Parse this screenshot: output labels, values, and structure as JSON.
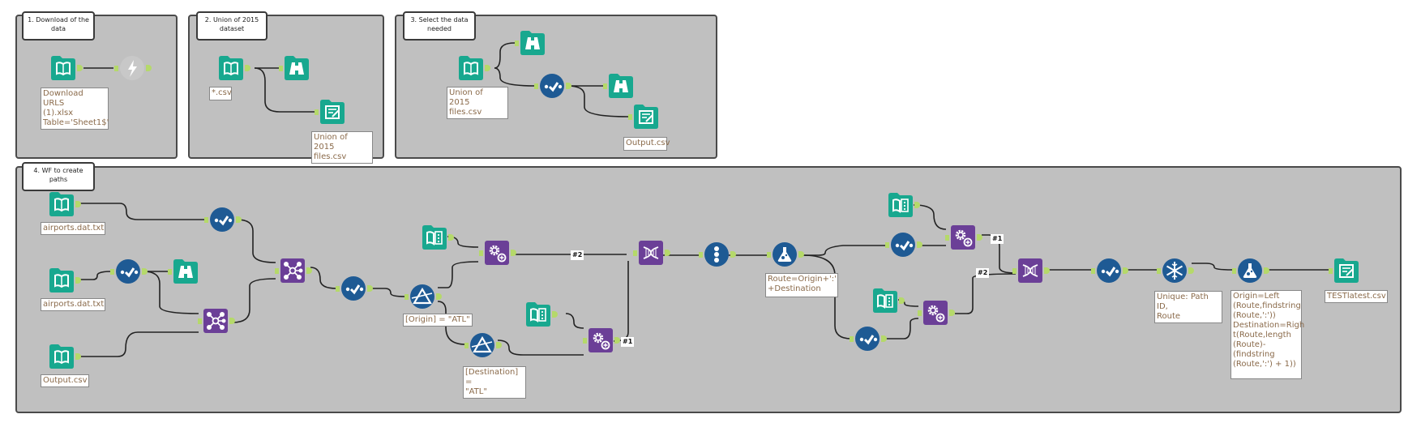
{
  "colors": {
    "canvas_bg": "#ffffff",
    "container_bg": "#c0c0c0",
    "container_border": "#4a4a4a",
    "io_tool": "#18a88f",
    "prep_tool": "#1e5a94",
    "join_tool": "#6b3f97",
    "anchor": "#b5d96a",
    "annotation_text": "#8a6a4a",
    "wire": "#222222"
  },
  "containers": [
    {
      "id": "c1",
      "title": "1. Download of the data"
    },
    {
      "id": "c2",
      "title": "2. Union of 2015 dataset"
    },
    {
      "id": "c3",
      "title": "3. Select the data needed"
    },
    {
      "id": "c4",
      "title": "4. WF to create paths"
    }
  ],
  "tools": [
    {
      "id": "t1",
      "type": "input",
      "icon": "book-icon",
      "annotation": "Download URLS\n(1).xlsx\nTable='Sheet1$'"
    },
    {
      "id": "t2",
      "type": "download",
      "icon": "lightning-icon",
      "annotation": ""
    },
    {
      "id": "t3",
      "type": "input",
      "icon": "book-icon",
      "annotation": "*.csv"
    },
    {
      "id": "t4",
      "type": "browse",
      "icon": "binoculars-icon",
      "annotation": ""
    },
    {
      "id": "t5",
      "type": "output",
      "icon": "output-pencil-icon",
      "annotation": "Union of 2015\nfiles.csv"
    },
    {
      "id": "t6",
      "type": "input",
      "icon": "book-icon",
      "annotation": "Union of 2015\nfiles.csv"
    },
    {
      "id": "t7",
      "type": "browse",
      "icon": "binoculars-icon",
      "annotation": ""
    },
    {
      "id": "t8",
      "type": "select",
      "icon": "select-check-icon",
      "annotation": ""
    },
    {
      "id": "t9",
      "type": "browse",
      "icon": "binoculars-icon",
      "annotation": ""
    },
    {
      "id": "t10",
      "type": "output",
      "icon": "output-pencil-icon",
      "annotation": "Output.csv"
    },
    {
      "id": "t11",
      "type": "input",
      "icon": "book-icon",
      "annotation": "airports.dat.txt"
    },
    {
      "id": "t12",
      "type": "input",
      "icon": "book-icon",
      "annotation": "airports.dat.txt"
    },
    {
      "id": "t13",
      "type": "input",
      "icon": "book-icon",
      "annotation": "Output.csv"
    },
    {
      "id": "t14",
      "type": "select",
      "icon": "select-check-icon",
      "annotation": ""
    },
    {
      "id": "t15",
      "type": "select",
      "icon": "select-check-icon",
      "annotation": ""
    },
    {
      "id": "t16",
      "type": "browse",
      "icon": "binoculars-icon",
      "annotation": ""
    },
    {
      "id": "t17",
      "type": "join",
      "icon": "join-network-icon",
      "annotation": ""
    },
    {
      "id": "t18",
      "type": "join",
      "icon": "join-network-icon",
      "annotation": ""
    },
    {
      "id": "t19",
      "type": "select",
      "icon": "select-check-icon",
      "annotation": ""
    },
    {
      "id": "t20",
      "type": "filter",
      "icon": "filter-prism-icon",
      "annotation": "[Origin] = \"ATL\""
    },
    {
      "id": "t21",
      "type": "filter",
      "icon": "filter-prism-icon",
      "annotation": "[Destination] =\n\"ATL\""
    },
    {
      "id": "t22",
      "type": "text-input",
      "icon": "text-input-icon",
      "annotation": ""
    },
    {
      "id": "t23",
      "type": "macro",
      "icon": "gears-icon",
      "annotation": ""
    },
    {
      "id": "t24",
      "type": "text-input",
      "icon": "text-input-icon",
      "annotation": ""
    },
    {
      "id": "t25",
      "type": "macro",
      "icon": "gears-icon",
      "annotation": ""
    },
    {
      "id": "t26",
      "type": "union",
      "icon": "dna-icon",
      "annotation": ""
    },
    {
      "id": "t27",
      "type": "record-id",
      "icon": "record-id-icon",
      "annotation": ""
    },
    {
      "id": "t28",
      "type": "formula",
      "icon": "flask-icon",
      "annotation": "Route=Origin+':'\n+Destination"
    },
    {
      "id": "t29",
      "type": "text-input",
      "icon": "text-input-icon",
      "annotation": ""
    },
    {
      "id": "t30",
      "type": "select",
      "icon": "select-check-icon",
      "annotation": ""
    },
    {
      "id": "t31",
      "type": "macro",
      "icon": "gears-icon",
      "annotation": ""
    },
    {
      "id": "t32",
      "type": "text-input",
      "icon": "text-input-icon",
      "annotation": ""
    },
    {
      "id": "t33",
      "type": "select",
      "icon": "select-check-icon",
      "annotation": ""
    },
    {
      "id": "t34",
      "type": "macro",
      "icon": "gears-icon",
      "annotation": ""
    },
    {
      "id": "t35",
      "type": "union",
      "icon": "dna-icon",
      "annotation": ""
    },
    {
      "id": "t36",
      "type": "select",
      "icon": "select-check-icon",
      "annotation": ""
    },
    {
      "id": "t37",
      "type": "unique",
      "icon": "snowflake-icon",
      "annotation": "Unique: Path ID,\nRoute"
    },
    {
      "id": "t38",
      "type": "formula",
      "icon": "flask-icon",
      "annotation": "Origin=Left\n(Route,findstring\n(Route,':'))\nDestination=Righ\nt(Route,length\n(Route)-\n(findstring\n(Route,':') + 1))"
    },
    {
      "id": "t39",
      "type": "output",
      "icon": "output-pencil-icon",
      "annotation": "TESTlatest.csv"
    }
  ],
  "wire_labels": [
    {
      "id": "w1",
      "text": "#2"
    },
    {
      "id": "w2",
      "text": "#1"
    },
    {
      "id": "w3",
      "text": "#1"
    },
    {
      "id": "w4",
      "text": "#2"
    }
  ]
}
